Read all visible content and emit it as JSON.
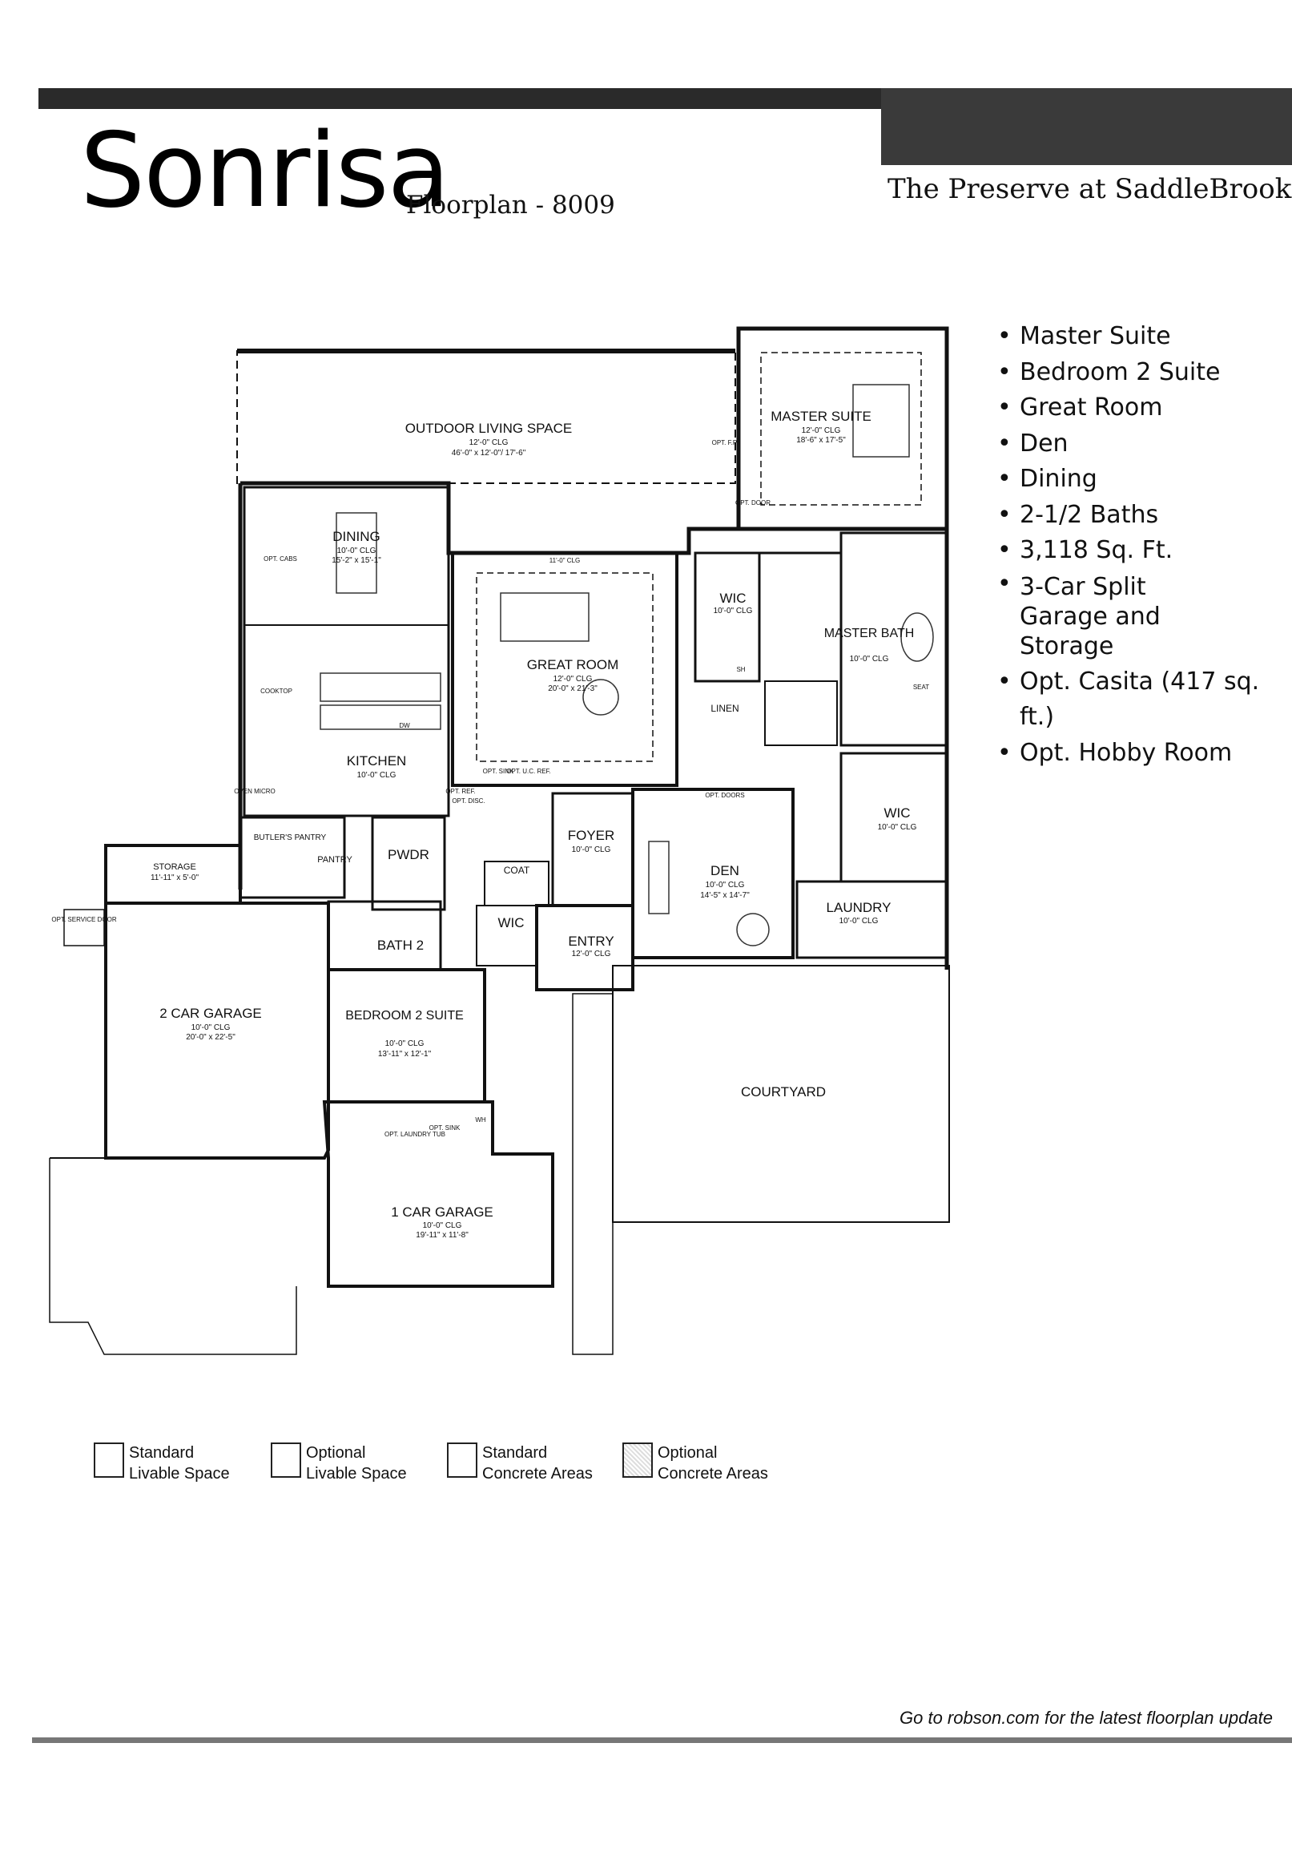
{
  "header": {
    "title": "Sonrisa",
    "subtitle": "Floorplan - 8009",
    "community": "The Preserve at SaddleBrooke"
  },
  "features": [
    "Master Suite",
    "Bedroom 2 Suite",
    "Great Room",
    "Den",
    "Dining",
    "2-1/2 Baths",
    "3,118 Sq. Ft.",
    "3-Car Split Garage and Storage",
    "Opt. Casita (417 sq. ft.)",
    "Opt. Hobby Room"
  ],
  "rooms": {
    "outdoor": {
      "name": "OUTDOOR LIVING SPACE",
      "clg": "12'-0\" CLG",
      "dim": "46'-0\" x 12'-0\"/ 17'-6\""
    },
    "master_suite": {
      "name": "MASTER SUITE",
      "clg": "12'-0\" CLG",
      "dim": "18'-6\" x 17'-5\""
    },
    "dining": {
      "name": "DINING",
      "clg": "10'-0\" CLG",
      "dim": "15'-2\" x 15'-1\""
    },
    "great_room": {
      "name": "GREAT ROOM",
      "clg": "12'-0\" CLG",
      "dim": "20'-0\" x 21'-3\""
    },
    "wic1": {
      "name": "WIC",
      "clg": "10'-0\" CLG"
    },
    "master_bath": {
      "name": "MASTER BATH",
      "clg": "10'-0\" CLG"
    },
    "kitchen": {
      "name": "KITCHEN",
      "clg": "10'-0\" CLG"
    },
    "linen": {
      "name": "LINEN"
    },
    "wic2": {
      "name": "WIC",
      "clg": "10'-0\" CLG"
    },
    "foyer": {
      "name": "FOYER",
      "clg": "10'-0\" CLG"
    },
    "den": {
      "name": "DEN",
      "clg": "10'-0\" CLG",
      "dim": "14'-5\" x 14'-7\""
    },
    "pwdr": {
      "name": "PWDR"
    },
    "coat": {
      "name": "COAT"
    },
    "butlers_pantry": {
      "name": "BUTLER'S PANTRY"
    },
    "pantry": {
      "name": "PANTRY"
    },
    "storage": {
      "name": "STORAGE",
      "dim": "11'-11\" x 5'-0\""
    },
    "bath2": {
      "name": "BATH 2"
    },
    "wic3": {
      "name": "WIC"
    },
    "entry": {
      "name": "ENTRY",
      "clg": "12'-0\" CLG"
    },
    "laundry": {
      "name": "LAUNDRY",
      "clg": "10'-0\" CLG"
    },
    "garage2": {
      "name": "2 CAR GARAGE",
      "clg": "10'-0\" CLG",
      "dim": "20'-0\" x 22'-5\""
    },
    "bedroom2": {
      "name": "BEDROOM 2 SUITE",
      "clg": "10'-0\" CLG",
      "dim": "13'-11\" x 12'-1\""
    },
    "courtyard": {
      "name": "COURTYARD"
    },
    "garage1": {
      "name": "1 CAR GARAGE",
      "clg": "10'-0\" CLG",
      "dim": "19'-11\" x 11'-8\""
    }
  },
  "notes": {
    "cooktop": "COOKTOP",
    "opt_cabs": "OPT. CABS",
    "oven_micro": "OVEN MICRO",
    "opt_ref": "OPT. REF.",
    "opt_disc": "OPT. DISC.",
    "opt_sink": "OPT. SINK",
    "opt_uc_ref": "OPT. U.C. REF.",
    "opt_fp": "OPT. F.P.",
    "opt_door": "OPT. DOOR",
    "opt_doors": "OPT. DOORS",
    "opt_service_door": "OPT. SERVICE DOOR",
    "opt_laundry_tub": "OPT. LAUNDRY TUB",
    "opt_sink2": "OPT. SINK",
    "wh": "WH",
    "seat": "SEAT",
    "sh": "SH",
    "dw": "DW",
    "clg_11": "11'-0\" CLG"
  },
  "legend": [
    {
      "line1": "Standard",
      "line2": "Livable Space",
      "style": "solid"
    },
    {
      "line1": "Optional",
      "line2": "Livable Space",
      "style": "solid"
    },
    {
      "line1": "Standard",
      "line2": "Concrete Areas",
      "style": "solid"
    },
    {
      "line1": "Optional",
      "line2": "Concrete Areas",
      "style": "dotted"
    }
  ],
  "footer": "Go to robson.com for the latest floorplan update"
}
